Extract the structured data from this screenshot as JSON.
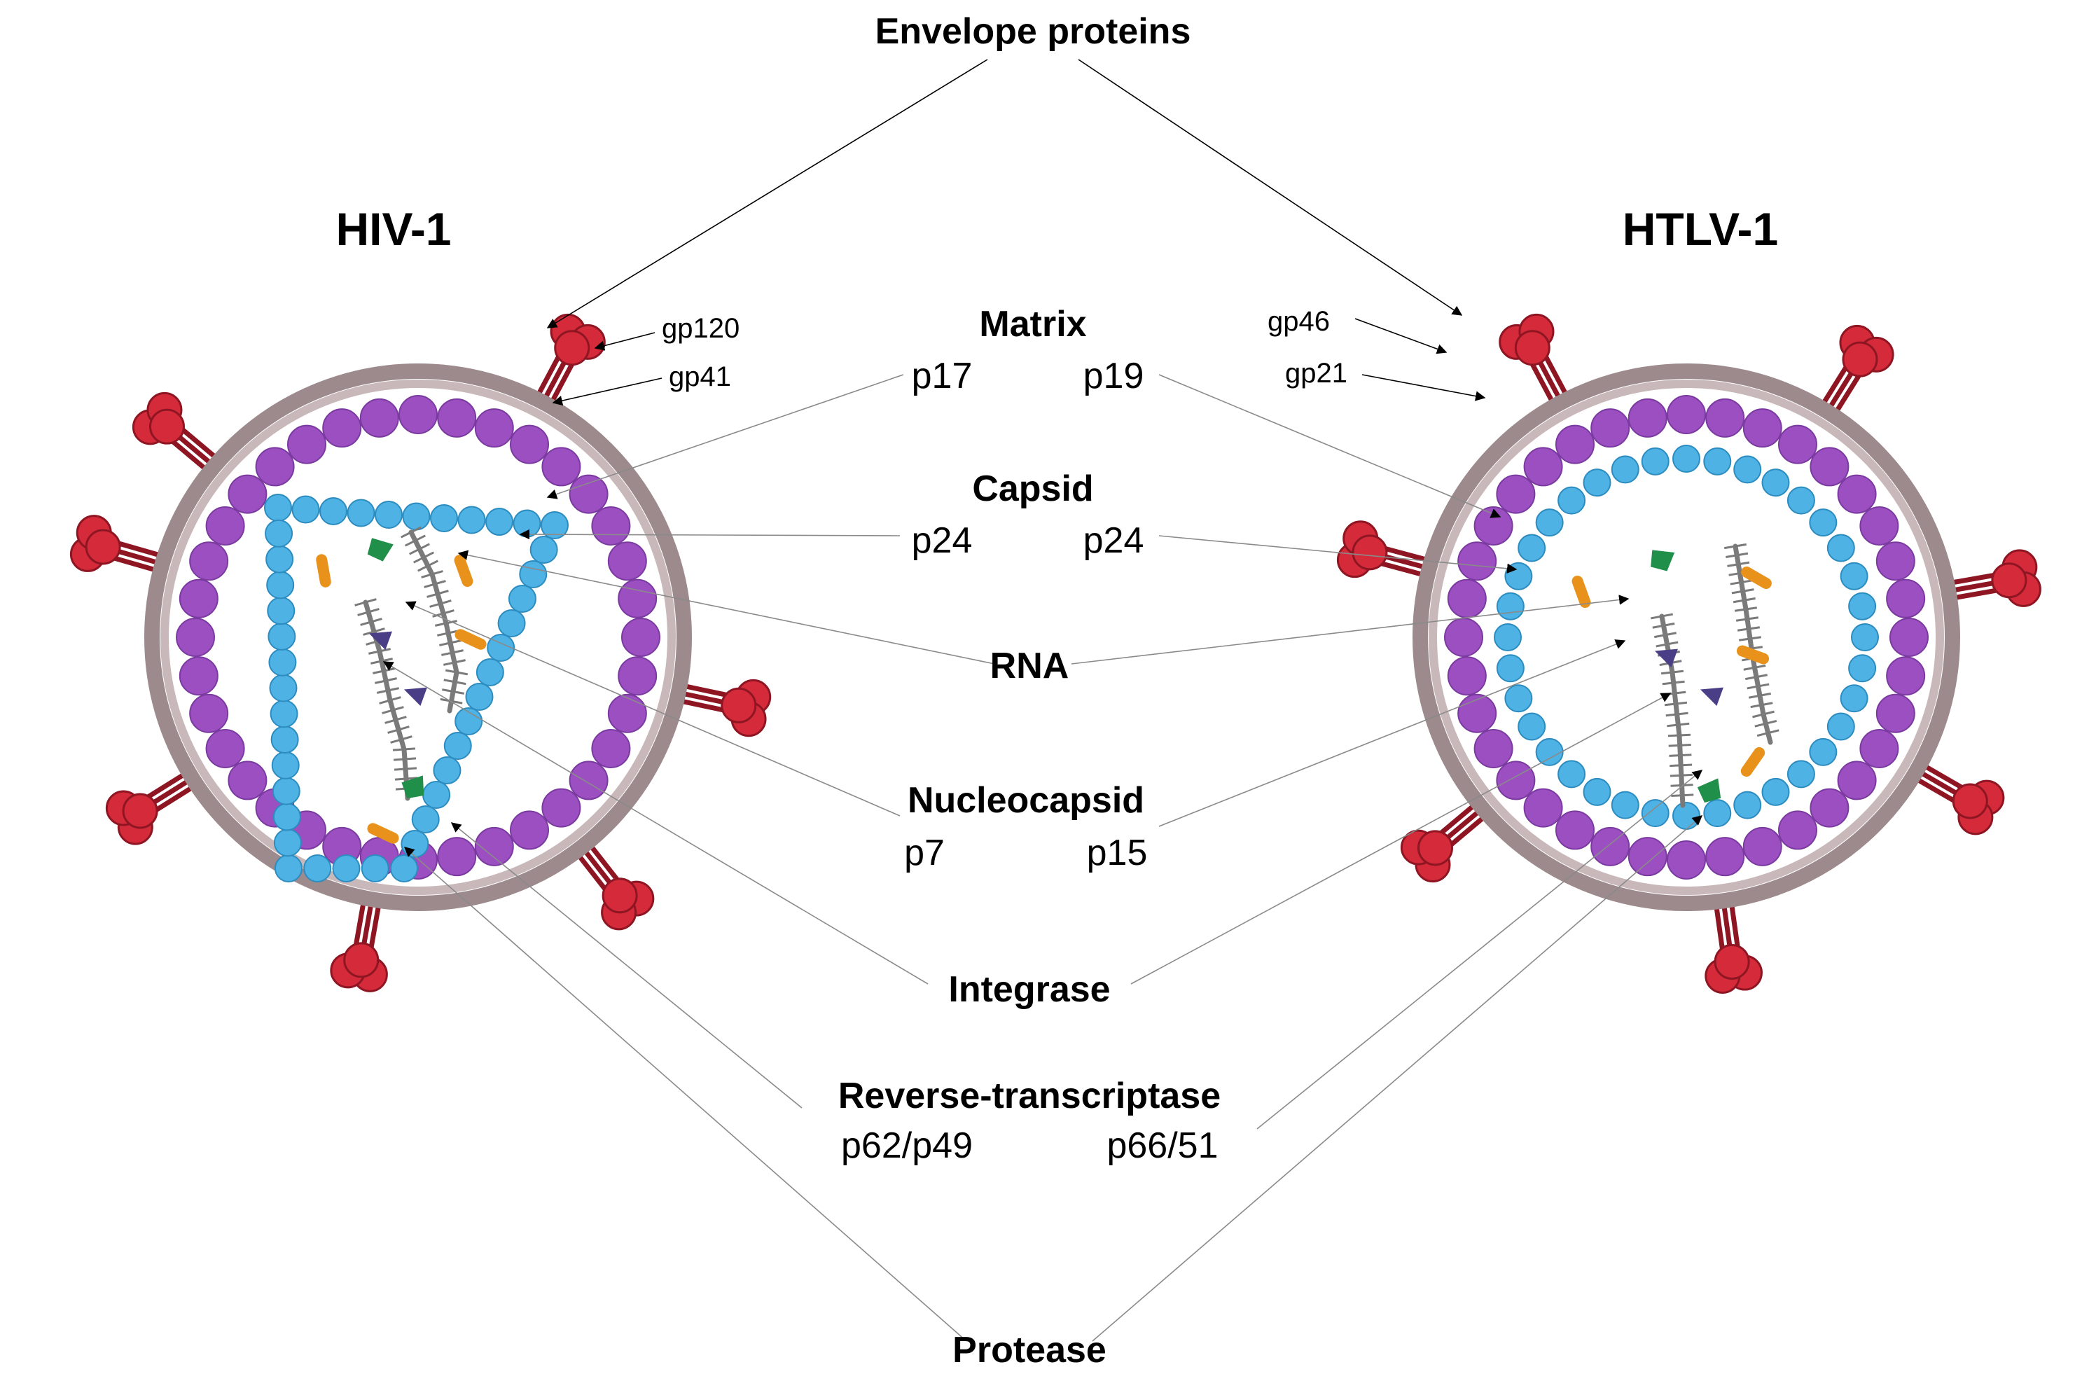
{
  "viruses": {
    "left": "HIV-1",
    "right": "HTLV-1"
  },
  "labels": {
    "envelope": "Envelope proteins",
    "gp120": "gp120",
    "gp41": "gp41",
    "gp46": "gp46",
    "gp21": "gp21",
    "matrix": "Matrix",
    "matrix_left": "p17",
    "matrix_right": "p19",
    "capsid": "Capsid",
    "capsid_left": "p24",
    "capsid_right": "p24",
    "rna": "RNA",
    "nucleocapsid": "Nucleocapsid",
    "nucleo_left": "p7",
    "nucleo_right": "p15",
    "integrase": "Integrase",
    "rt": "Reverse-transcriptase",
    "rt_left": "p62/p49",
    "rt_right": "p66/51",
    "protease": "Protease"
  },
  "icons": {
    "envelope_glycoprotein": "red-trimer-spike",
    "lipid_membrane": "brown-double-ring",
    "matrix_protein": "purple-bead",
    "capsid_protein": "blue-bead",
    "rna_genome": "grey-rna-strand",
    "integrase": "green-wedge",
    "reverse_transcriptase": "indigo-triangle",
    "protease": "orange-rod"
  },
  "colors": {
    "spike": "#d42a3a",
    "spike_dark": "#8e1522",
    "membrane": "#9c8a8c",
    "membrane_inner": "#c9b8b9",
    "matrix": "#9b4fc0",
    "capsid": "#4fb2e4",
    "rna": "#7a7a7a",
    "integrase": "#1f8f4a",
    "rt": "#4a3e86",
    "protease": "#e8921c"
  }
}
